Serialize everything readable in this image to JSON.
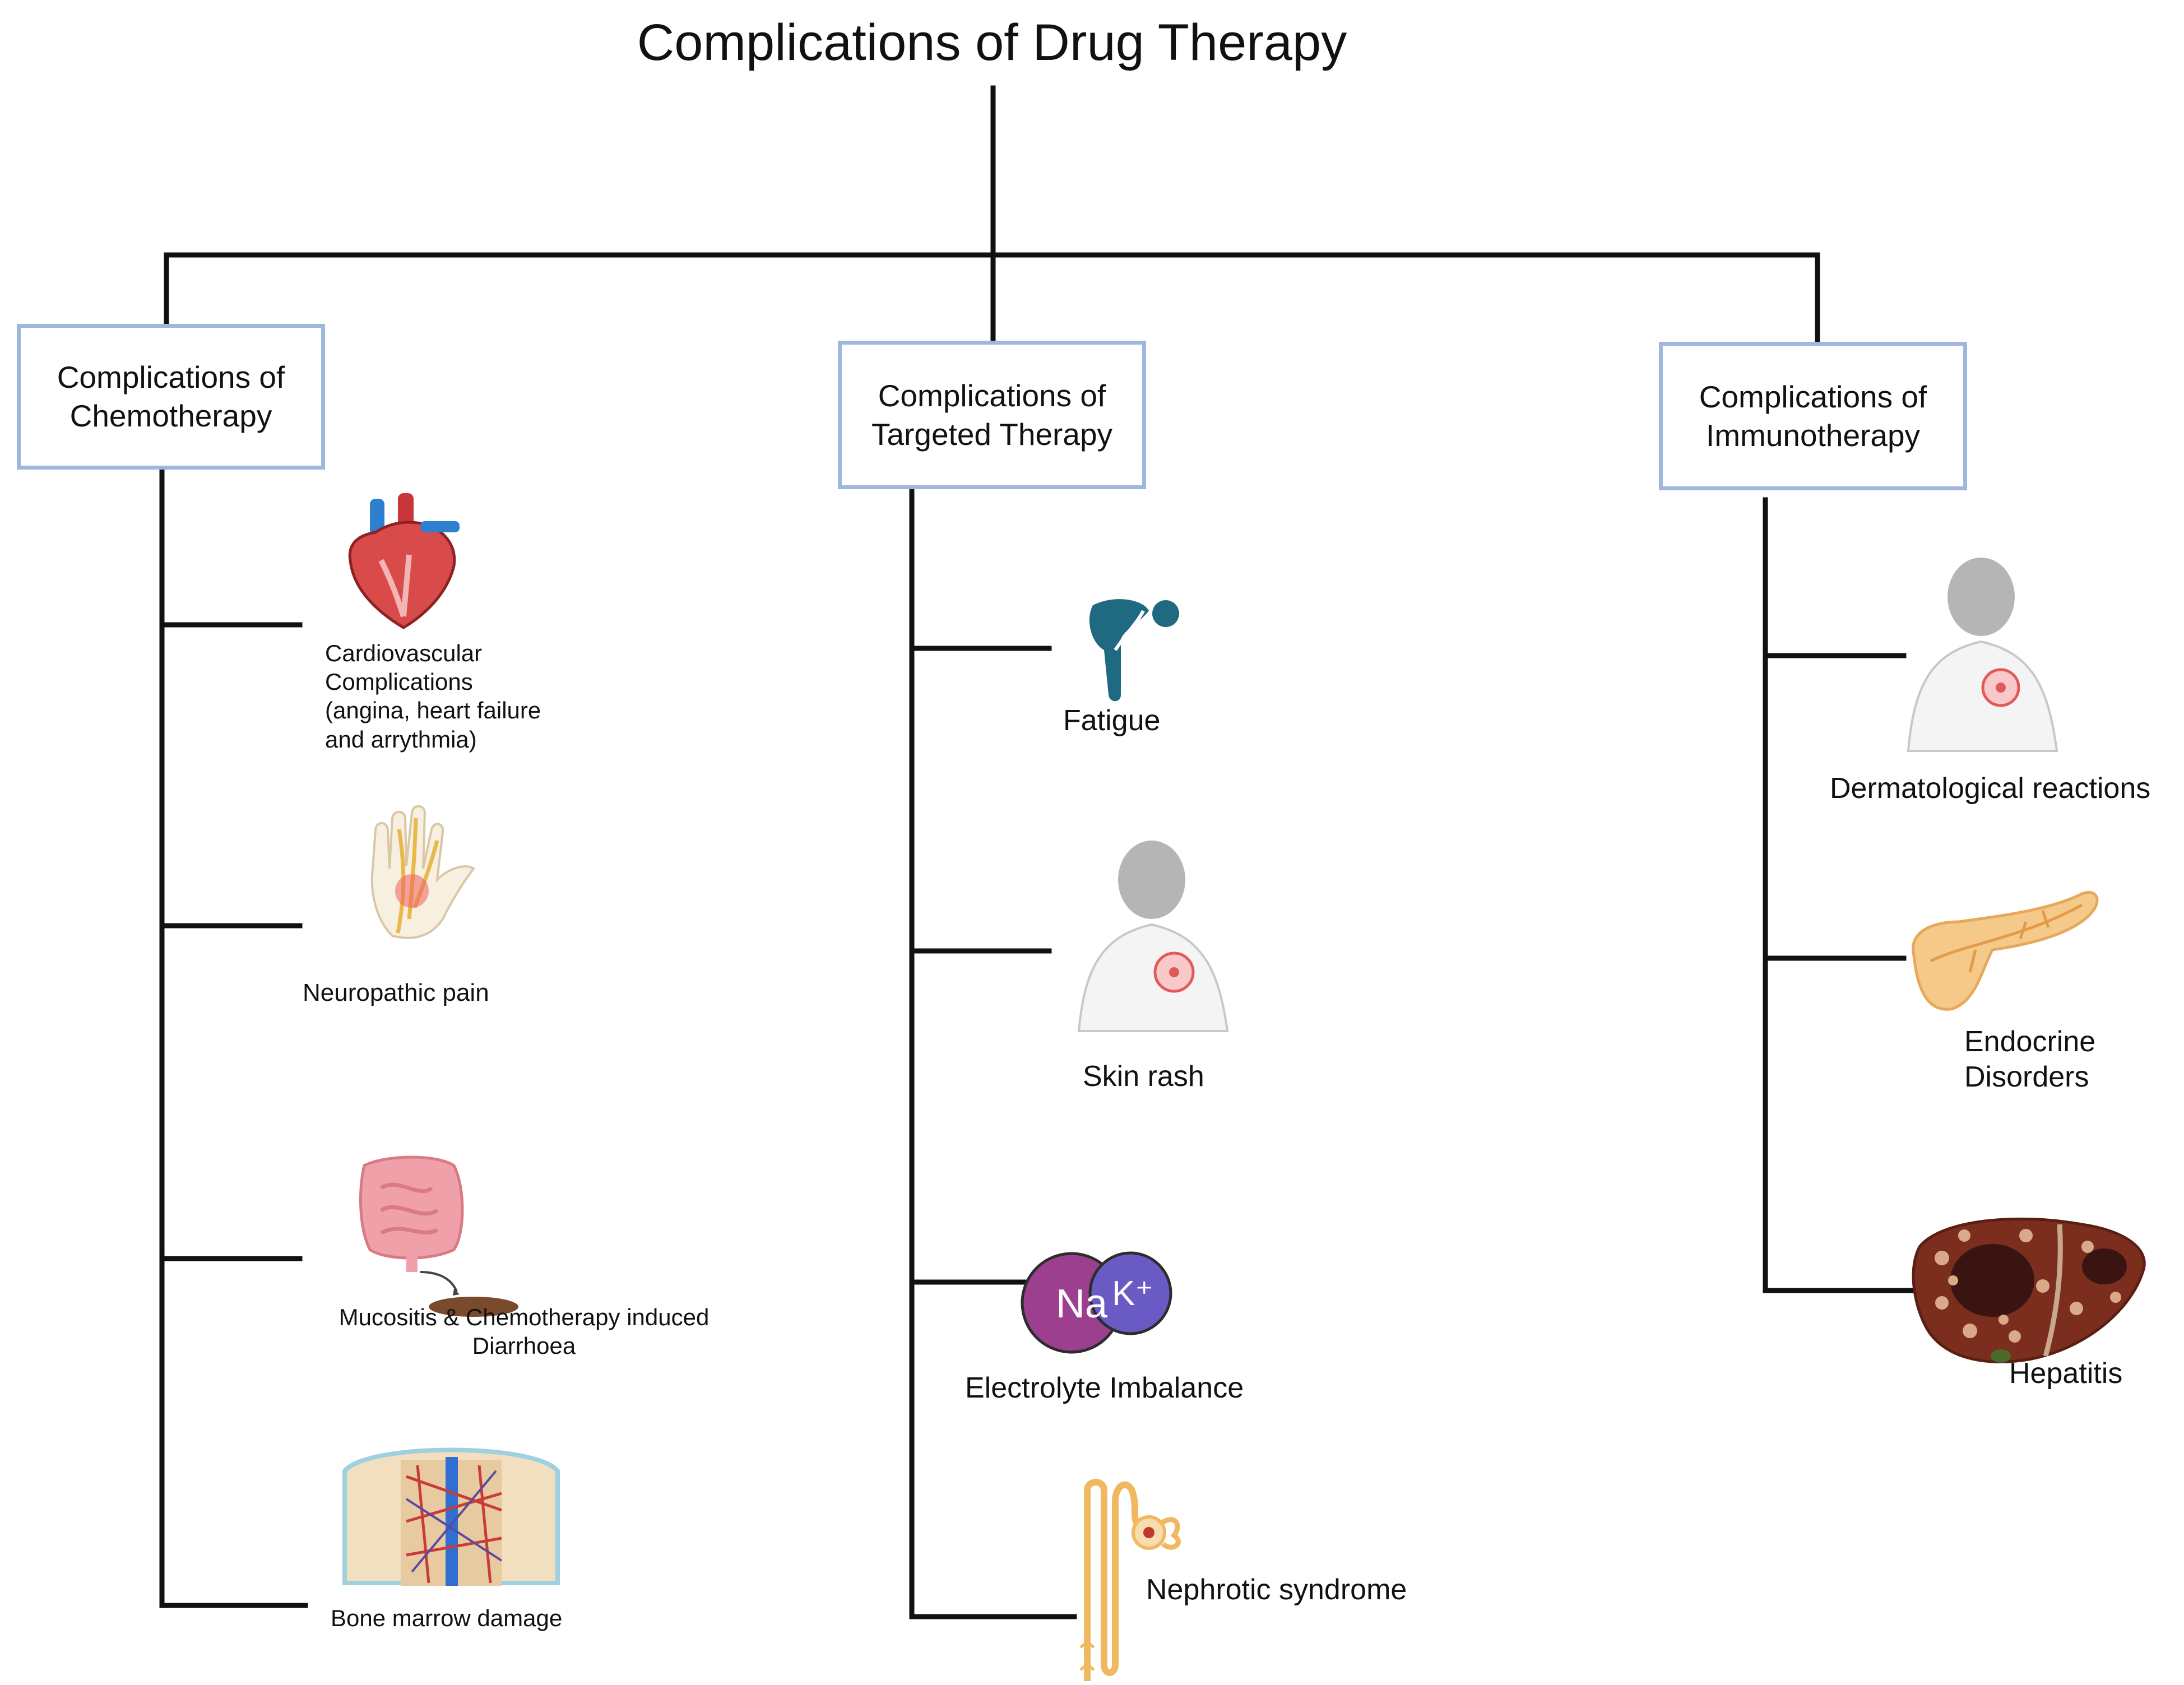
{
  "title": "Complications of Drug Therapy",
  "branches": [
    {
      "heading": "Complications of\nChemotherapy",
      "items": [
        {
          "label": "Cardiovascular\nComplications\n(angina, heart failure\nand arrythmia)",
          "icon": "heart-icon"
        },
        {
          "label": "Neuropathic pain",
          "icon": "hand-nerves-icon"
        },
        {
          "label": "Mucositis & Chemotherapy induced\nDiarrhoea",
          "icon": "intestine-icon"
        },
        {
          "label": "Bone marrow damage",
          "icon": "bone-marrow-icon"
        }
      ]
    },
    {
      "heading": "Complications of\nTargeted Therapy",
      "items": [
        {
          "label": "Fatigue",
          "icon": "fatigued-person-icon"
        },
        {
          "label": "Skin rash",
          "icon": "skin-rash-back-icon"
        },
        {
          "label": "Electrolyte Imbalance",
          "icon": "electrolyte-icon",
          "badges": [
            "Na",
            "K⁺"
          ]
        },
        {
          "label": "Nephrotic syndrome",
          "icon": "nephron-icon"
        }
      ]
    },
    {
      "heading": "Complications of\nImmunotherapy",
      "items": [
        {
          "label": "Dermatological reactions",
          "icon": "skin-reaction-back-icon"
        },
        {
          "label": "Endocrine\nDisorders",
          "icon": "pancreas-icon"
        },
        {
          "label": "Hepatitis",
          "icon": "liver-icon"
        }
      ]
    }
  ],
  "colors": {
    "line": "#111111",
    "box_border": "#9fb7dc",
    "sodium": "#9c3f8f",
    "potassium": "#6a5bc4",
    "fatigue": "#1f6a80",
    "skin": "#c9c9c9",
    "rash": "#e05a5a"
  }
}
